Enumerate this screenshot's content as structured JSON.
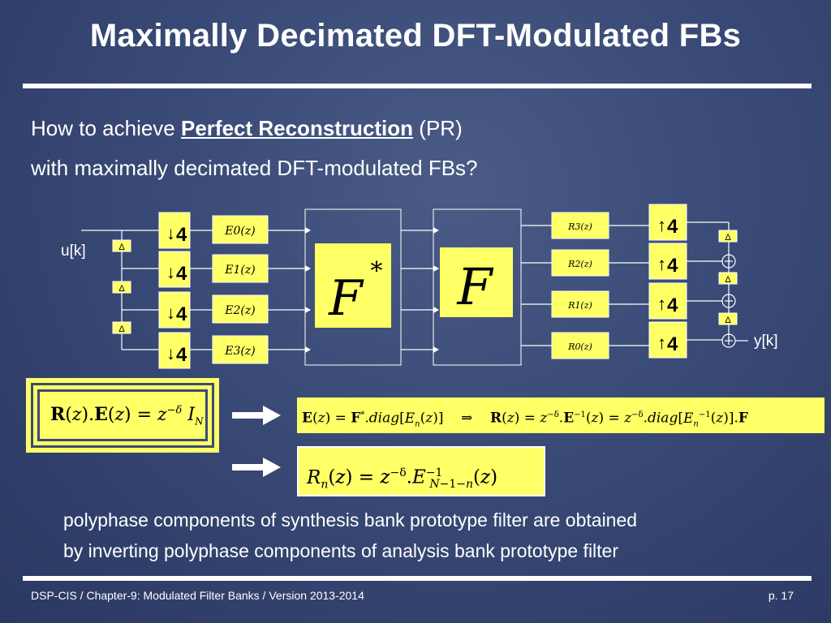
{
  "slide": {
    "title": "Maximally Decimated DFT-Modulated FBs",
    "intro_line1_before": "How to achieve ",
    "intro_line1_emph": "Perfect Reconstruction",
    "intro_line1_after": " (PR)",
    "intro_line2": "with maximally decimated DFT-modulated FBs?",
    "caption_line1": "polyphase components of synthesis bank prototype filter are obtained",
    "caption_line2": "by inverting polyphase components of analysis bank prototype filter",
    "footer_left": "DSP-CIS  /  Chapter-9: Modulated Filter Banks  /  Version 2013-2014",
    "footer_right": "p. 17"
  },
  "diagram": {
    "input_label": "u[k]",
    "output_label": "y[k]",
    "delay_symbol": "Δ",
    "down_arrow": "↓",
    "up_arrow": "↑",
    "factor": "4",
    "analysis_blocks": [
      "E0(z)",
      "E1(z)",
      "E2(z)",
      "E3(z)"
    ],
    "synthesis_blocks": [
      "R3(z)",
      "R2(z)",
      "R1(z)",
      "R0(z)"
    ],
    "fstar_label": "F",
    "fstar_sup": "*",
    "f_label": "F"
  },
  "equations": {
    "pr_condition": "R(z).E(z) = z^-δ I_N",
    "analysis_matrix": "E(z) = F*.diag[En(z)]   ⇒   R(z) = z^-δ.E^-1(z) = z^-δ.diag[En^-1(z)].F",
    "synthesis_components": "Rn(z) = z^-δ.E^-1_(N-1-n)(z)"
  },
  "colors": {
    "background": "#3a4a76",
    "highlight": "#ffff66",
    "text": "#ffffff"
  }
}
